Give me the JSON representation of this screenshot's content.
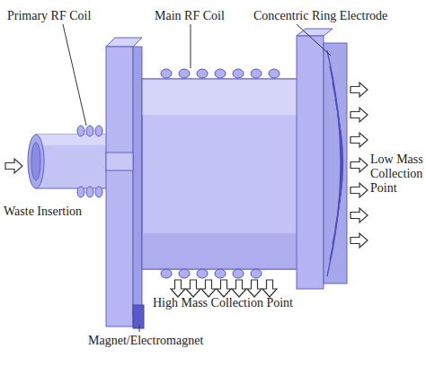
{
  "diagram": {
    "labels": [
      "Primary RF Coil",
      "Main RF Coil",
      "Concentric Ring Electrode",
      "Low Mass Collection Point",
      "Waste Insertion",
      "High Mass Collection Point",
      "Magnet/Electromagnet"
    ]
  }
}
